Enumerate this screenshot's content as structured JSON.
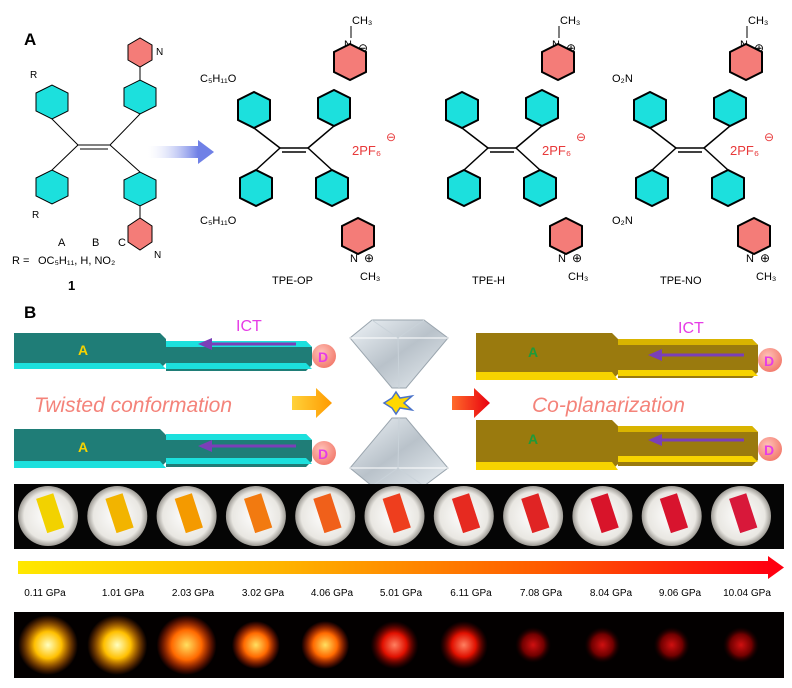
{
  "panel_a": {
    "label": "A",
    "start": {
      "r_label": "R",
      "n_label": "N",
      "legend_letters": [
        "A",
        "B",
        "C"
      ],
      "r_eq": "R =",
      "r_values": "OC₅H₁₁, H, NO₂",
      "compound_number": "1"
    },
    "molecules": [
      {
        "name": "TPE-OP",
        "substituent": "C₅H₁₁O",
        "counterion": "2PF₆",
        "charge": "⊖",
        "methyl": "CH₃",
        "nitrogen": "N"
      },
      {
        "name": "TPE-H",
        "substituent": "",
        "counterion": "2PF₆",
        "charge": "⊕",
        "methyl": "CH₃",
        "nitrogen": "N"
      },
      {
        "name": "TPE-NO",
        "substituent": "O₂N",
        "counterion": "2PF₆",
        "charge": "⊕",
        "methyl": "CH₃",
        "nitrogen": "N"
      }
    ],
    "anion_charge": "⊖",
    "cation_charge": "⊕"
  },
  "panel_b": {
    "label": "B",
    "acceptor": "A",
    "donor": "D",
    "ict": "ICT",
    "twisted": "Twisted conformation",
    "coplanar": "Co-planarization",
    "pressures": [
      "0.11 GPa",
      "1.01 GPa",
      "2.03 GPa",
      "3.02 GPa",
      "4.06 GPa",
      "5.01 GPa",
      "6.11 GPa",
      "7.08 GPa",
      "8.04 GPa",
      "9.06 GPa",
      "10.04 GPa"
    ]
  },
  "colors": {
    "cyan": "#1ce0dd",
    "pink": "#f47c78",
    "teal": "#1f7d77",
    "olive": "#9a7a0e",
    "yellow": "#f7d300",
    "red_text": "#e8393a",
    "purple": "#7b3fb8",
    "magenta": "#e63ce6"
  }
}
